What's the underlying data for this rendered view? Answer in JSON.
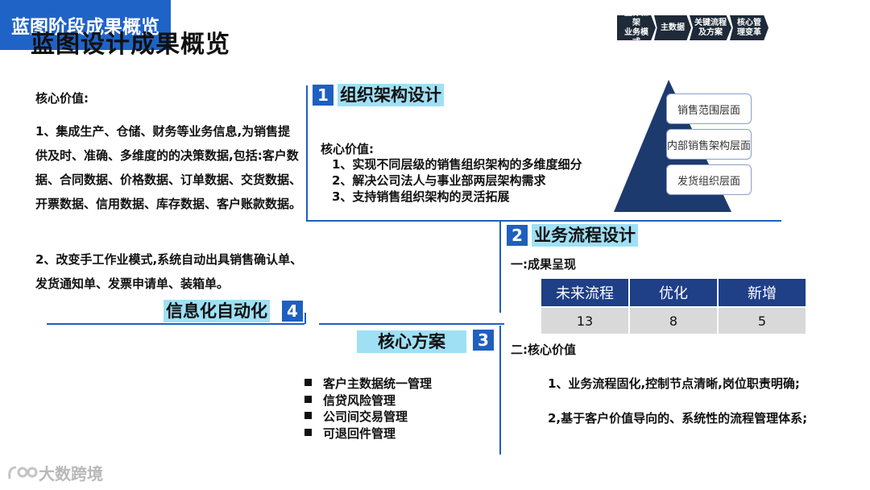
{
  "title": "蓝图设计成果概览",
  "process_steps": [
    "整体框架\n业务模式",
    "主数据",
    "关键流程\n及方案",
    "核心管\n理变革"
  ],
  "section1": {
    "number": "1",
    "heading": "组织架构设计",
    "value_label": "核心价值:",
    "items": [
      "1、实现不同层级的销售组织架构的多维度细分",
      "2、解决公司法人与事业部两层架构需求",
      "3、支持销售组织架构的灵活拓展"
    ]
  },
  "pyramid_layers": [
    "销售范围层面",
    "内部销售架构层面",
    "发货组织层面"
  ],
  "section2": {
    "number": "2",
    "heading": "业务流程设计",
    "result_label": "一:成果呈现",
    "table_headers": [
      "未来流程",
      "优化",
      "新增"
    ],
    "table_values": [
      "13",
      "8",
      "5"
    ],
    "value_label": "二:核心价值",
    "items": [
      "1、业务流程固化,控制节点清晰,岗位职责明确;",
      "2,基于客户价值导向的、系统性的流程管理体系;"
    ]
  },
  "section3": {
    "number": "3",
    "heading": "核心方案",
    "items": [
      "客户主数据统一管理",
      "信贷风险管理",
      "公司间交易管理",
      "可退回件管理"
    ]
  },
  "section4": {
    "number": "4",
    "heading": "信息化自动化",
    "value_label": "核心价值:",
    "para1": "1、集成生产、仓储、财务等业务信息,为销售提供及时、准确、多维度的的决策数据,包括:客户数据、合同数据、价格数据、订单数据、交货数据、开票数据、信用数据、库存数据、客户账款数据。",
    "para2": "2、改变手工作业模式,系统自动出具销售确认单、发货通知单、发票申请单、装箱单。"
  },
  "center_label": "蓝图阶段成果概览",
  "watermark": "大数跨境",
  "colors": {
    "accent": "#1f5fbf",
    "highlight": "#9fe0f5",
    "table_header": "#1f3f86",
    "chevron": "#1e2a38"
  }
}
